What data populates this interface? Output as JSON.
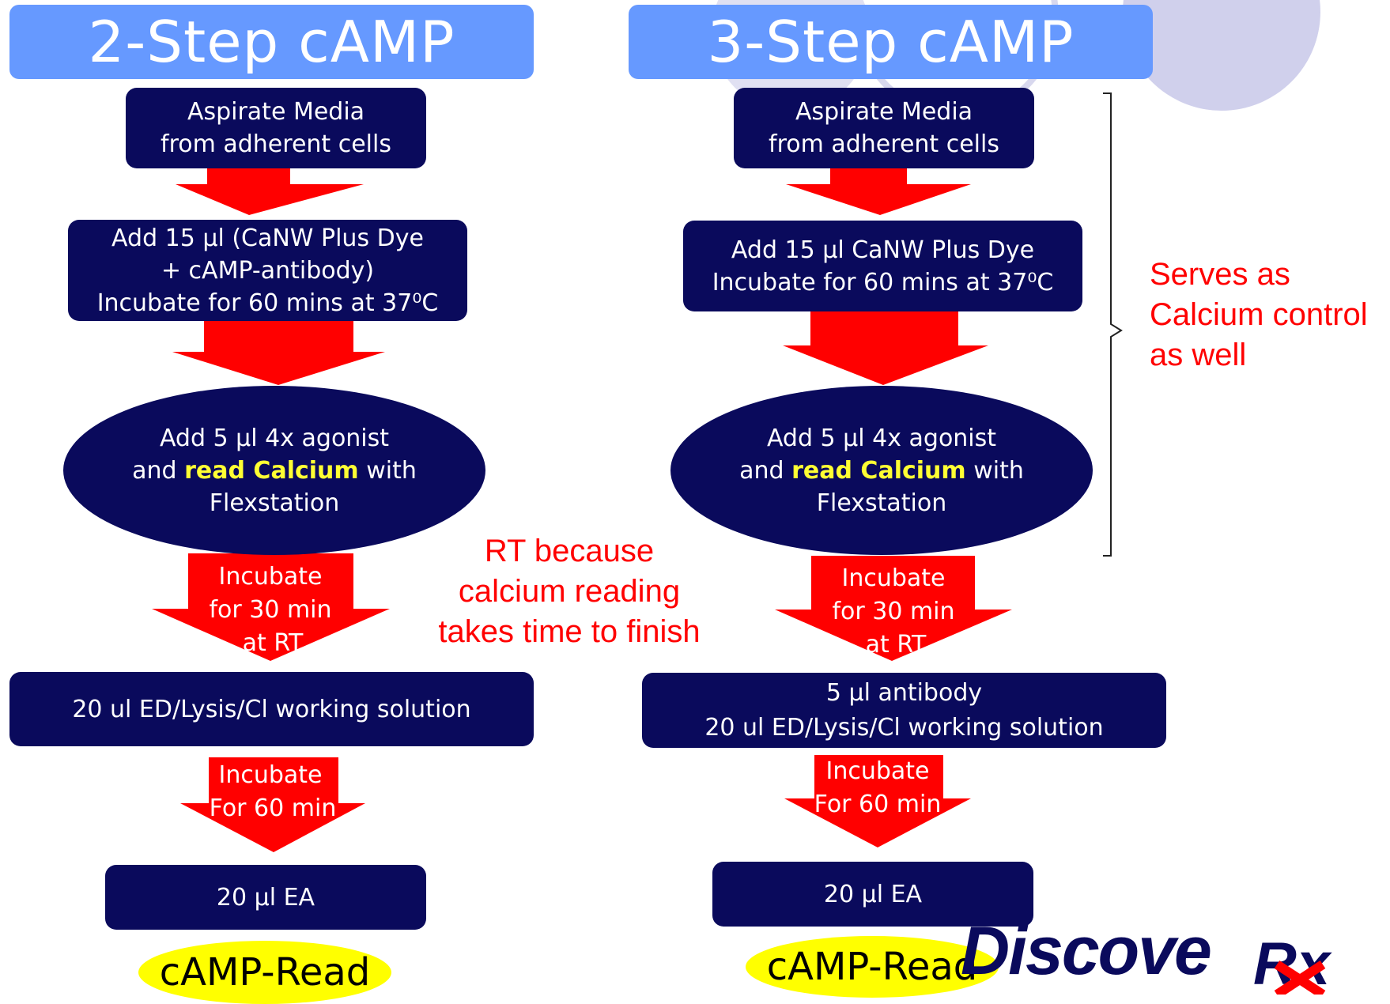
{
  "left": {
    "title": "2-Step cAMP",
    "step1": [
      "Aspirate Media",
      "from adherent cells"
    ],
    "step2": [
      "Add 15 µl (CaNW Plus Dye",
      "+ cAMP-antibody)",
      "Incubate for 60 mins at 37⁰C"
    ],
    "step3": {
      "l1": "Add 5 µl 4x agonist",
      "l2a": "and ",
      "l2b": "read Calcium",
      "l2c": " with",
      "l3": "Flexstation"
    },
    "incubate1": [
      "Incubate",
      "for 30  min",
      "at RT"
    ],
    "step4": "20 ul ED/Lysis/Cl working solution",
    "incubate2": [
      "Incubate",
      "For 60  min"
    ],
    "step5": "20 µl  EA",
    "read": "cAMP-Read"
  },
  "right": {
    "title": "3-Step cAMP",
    "step1": [
      "Aspirate Media",
      "from adherent cells"
    ],
    "step2": [
      "Add 15 µl CaNW Plus Dye",
      "Incubate for 60 mins at 37⁰C"
    ],
    "step3": {
      "l1": "Add 5 µl 4x agonist",
      "l2a": "and ",
      "l2b": "read Calcium",
      "l2c": " with",
      "l3": "Flexstation"
    },
    "incubate1": [
      "Incubate",
      "for 30  min",
      "at RT"
    ],
    "step4": [
      "5 µl antibody",
      "20 ul ED/Lysis/Cl working solution"
    ],
    "incubate2": [
      "Incubate",
      "For 60  min"
    ],
    "step5": "20 µl  EA",
    "read": "cAMP-Read"
  },
  "notes": {
    "middle": [
      "RT because",
      "calcium reading",
      "takes time to finish"
    ],
    "bracket": [
      "Serves as",
      "Calcium control",
      "as well"
    ]
  },
  "logo": {
    "main": "Discove",
    "sub": "Rx"
  },
  "colors": {
    "header": "#6699ff",
    "box": "#0a0a5c",
    "arrow": "#ff0000",
    "highlight": "#ffff00",
    "note": "#ff0000"
  }
}
